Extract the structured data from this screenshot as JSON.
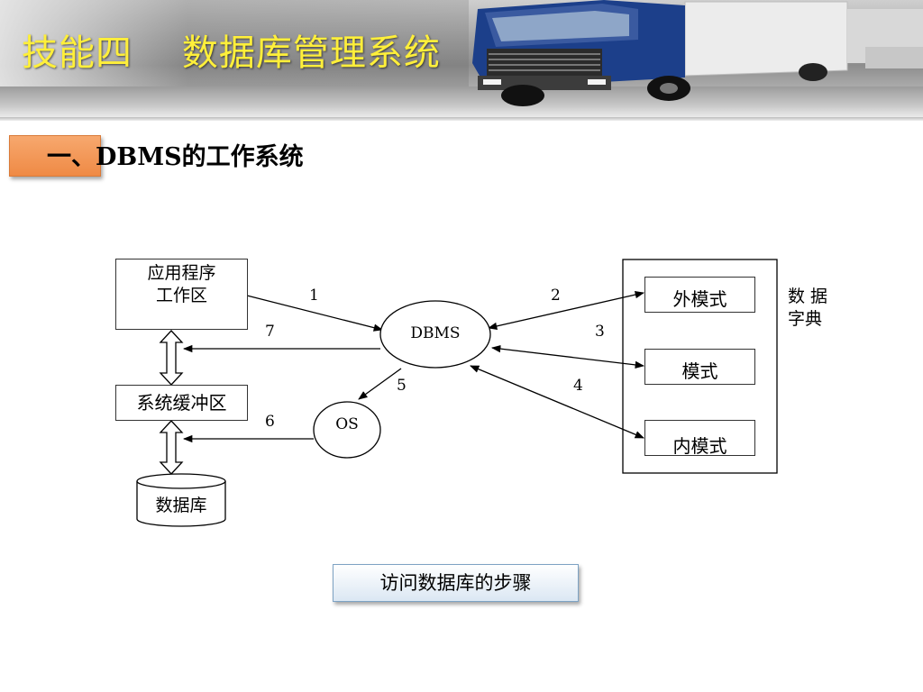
{
  "header": {
    "title": "技能四    数据库管理系统"
  },
  "section": {
    "title": "一、DBMS的工作系统"
  },
  "diagram": {
    "app_area": "应用程序\n工作区",
    "buffer": "系统缓冲区",
    "database": "数据库",
    "dbms": "DBMS",
    "os": "OS",
    "external_schema": "外模式",
    "schema": "模式",
    "internal_schema": "内模式",
    "dictionary": "数 据\n字典",
    "steps": [
      "1",
      "2",
      "3",
      "4",
      "5",
      "6",
      "7"
    ]
  },
  "caption": "访问数据库的步骤",
  "colors": {
    "title_yellow": "#ffef3a",
    "tag_orange": "#ef8a45",
    "caption_blue": "#dbe7f3"
  }
}
